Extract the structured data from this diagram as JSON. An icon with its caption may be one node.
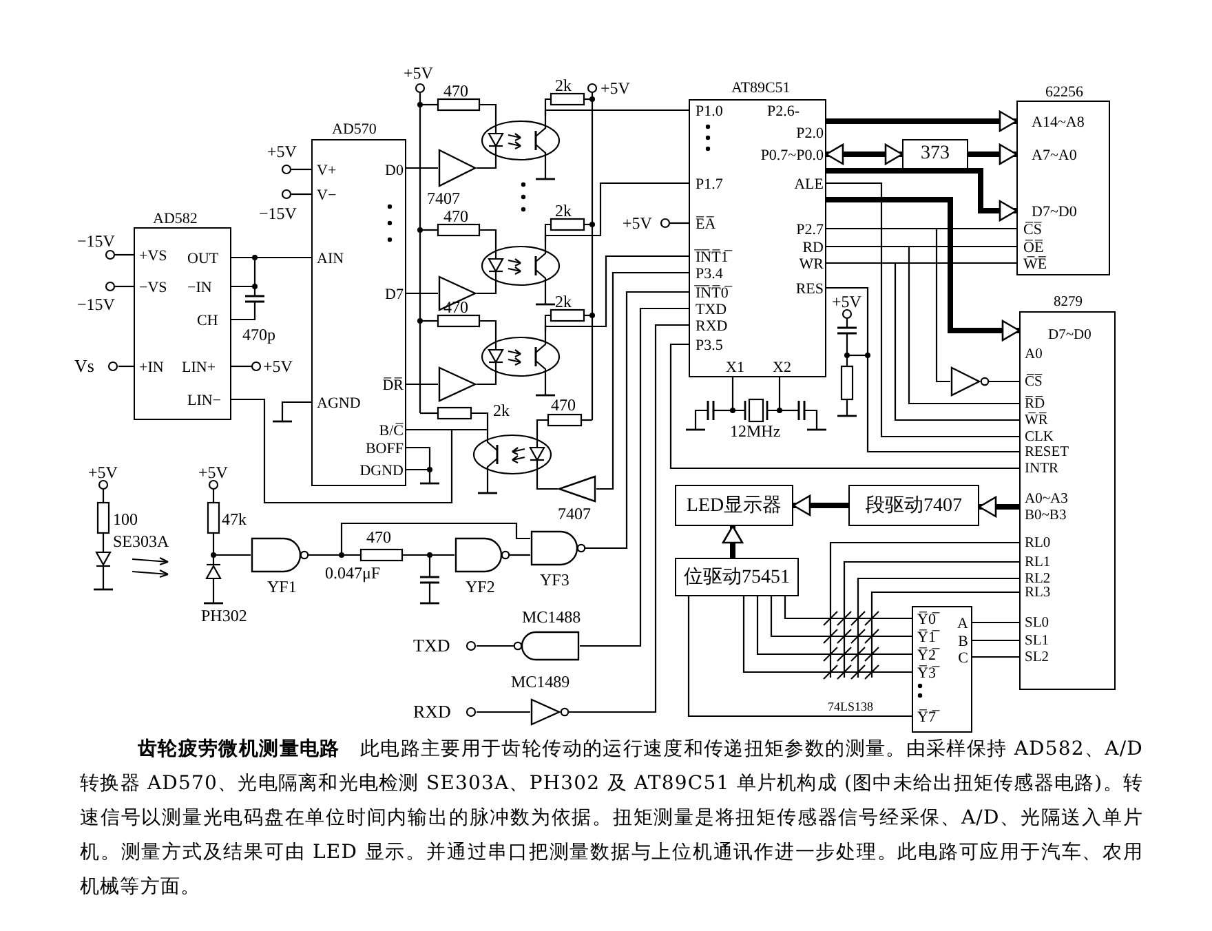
{
  "diagram": {
    "caption": "**齿轮疲劳微机测量电路**　此电路主要用于齿轮传动的运行速度和传递扭矩参数的测量。由采样保持 AD582、A/D 转换器 AD570、光电隔离和光电检测 SE303A、PH302 及 AT89C51 单片机构成 (图中未给出扭矩传感器电路)。转速信号以测量光电码盘在单位时间内输出的脉冲数为依据。扭矩测量是将扭矩传感器信号经采保、A/D、光隔送入单片机。测量方式及结果可由 LED 显示。并通过串口把测量数据与上位机通讯作进一步处理。此电路可应用于汽车、农用机械等方面。",
    "nodes": [
      {
        "text": [
          "AD582",
          "+VS",
          "−VS",
          "+IN",
          "OUT",
          "−IN",
          "CH",
          "LIN+",
          "LIN−"
        ]
      },
      {
        "text": [
          "AD570",
          "V+",
          "V−",
          "AIN",
          "AGND",
          "D0",
          "D7",
          "D̅R̅",
          "B/C̅",
          "BOFF",
          "DGND"
        ]
      },
      {
        "text": [
          "AT89C51",
          "P1.0",
          "P1.7",
          "E̅A̅",
          "I̅N̅T̅1̅",
          "P3.4",
          "I̅N̅T̅0̅",
          "TXD",
          "RXD",
          "P3.5",
          "P2.6-",
          "P2.0",
          "P0.7~P0.0",
          "ALE",
          "P2.7",
          "RD",
          "WR",
          "RES",
          "X1",
          "X2"
        ]
      },
      {
        "text": [
          "62256",
          "A14~A8",
          "A7~A0",
          "D7~D0",
          "C̅S̅",
          "O̅E̅",
          "W̅E̅"
        ]
      },
      {
        "text": [
          "373"
        ]
      },
      {
        "text": [
          "8279",
          "D7~D0",
          "A0",
          "C̅S̅",
          "R̅D̅",
          "W̅R̅",
          "CLK",
          "RESET",
          "INTR",
          "A0~A3",
          "B0~B3",
          "RL0",
          "RL1",
          "RL2",
          "RL3",
          "SL0",
          "SL1",
          "SL2"
        ]
      },
      {
        "text": [
          "LED显示器"
        ]
      },
      {
        "text": [
          "段驱动7407"
        ]
      },
      {
        "text": [
          "位驱动75451"
        ]
      },
      {
        "text": [
          "74LS138",
          "Y̅0̅",
          "Y̅1̅",
          "Y̅2̅",
          "Y̅3̅",
          "Y̅7̅",
          "A",
          "B",
          "C"
        ]
      },
      {
        "text": [
          "7407"
        ]
      },
      {
        "text": [],
        "shape": "triangle"
      },
      {
        "text": [],
        "shape": "triangle"
      },
      {
        "text": [
          "7407"
        ]
      },
      {
        "text": [
          "YF1"
        ]
      },
      {
        "text": [
          "YF2"
        ]
      },
      {
        "text": [
          "YF3"
        ]
      },
      {
        "text": [
          "MC1488"
        ]
      },
      {
        "text": [
          "MC1489"
        ]
      },
      {
        "text": [],
        "shape": "triangle"
      },
      {
        "text": [
          "TXD"
        ]
      },
      {
        "text": [
          "RXD"
        ]
      },
      {
        "text": [
          "Vs"
        ]
      },
      {
        "text": [],
        "shape": "optocoupler"
      },
      {
        "text": [],
        "shape": "optocoupler"
      },
      {
        "text": [],
        "shape": "optocoupler"
      },
      {
        "text": [],
        "shape": "optocoupler"
      }
    ],
    "edges": [
      {
        "from": 0,
        "to": 1,
        "arrow": "none"
      },
      {
        "from": 0,
        "to": 1,
        "arrow": "none"
      },
      {
        "from": 1,
        "to": 10,
        "arrow": "none"
      },
      {
        "from": 1,
        "to": 11,
        "arrow": "none"
      },
      {
        "from": 1,
        "to": 12,
        "arrow": "none"
      },
      {
        "from": 2,
        "to": 3,
        "arrow": "to",
        "style": "thick"
      },
      {
        "from": 2,
        "to": 4,
        "arrow": "both",
        "style": "thick"
      },
      {
        "from": 4,
        "to": 3,
        "arrow": "to",
        "style": "thick"
      },
      {
        "from": 2,
        "to": 3,
        "arrow": "to",
        "style": "thick"
      },
      {
        "from": 2,
        "to": 5,
        "arrow": "to",
        "style": "thick"
      },
      {
        "from": 2,
        "to": 3,
        "arrow": "none"
      },
      {
        "from": 2,
        "to": 3,
        "arrow": "none"
      },
      {
        "from": 2,
        "to": 3,
        "arrow": "none"
      },
      {
        "from": 2,
        "to": 19,
        "arrow": "none"
      },
      {
        "from": 19,
        "to": 5,
        "arrow": "none"
      },
      {
        "from": 2,
        "to": 5,
        "arrow": "none"
      },
      {
        "from": 2,
        "to": 5,
        "arrow": "none"
      },
      {
        "from": 2,
        "to": 5,
        "arrow": "none"
      },
      {
        "from": 2,
        "to": 5,
        "arrow": "none"
      },
      {
        "from": 2,
        "to": 5,
        "arrow": "none"
      },
      {
        "from": 5,
        "to": 7,
        "arrow": "to",
        "style": "thick"
      },
      {
        "from": 7,
        "to": 6,
        "arrow": "to",
        "style": "thick"
      },
      {
        "from": 8,
        "to": 6,
        "arrow": "to",
        "style": "thick"
      },
      {
        "from": 5,
        "to": 9,
        "arrow": "none"
      },
      {
        "from": 5,
        "to": 9,
        "arrow": "none"
      },
      {
        "from": 5,
        "to": 9,
        "arrow": "none"
      },
      {
        "from": 9,
        "to": 8,
        "arrow": "none"
      },
      {
        "from": 9,
        "to": 8,
        "arrow": "none"
      },
      {
        "from": 9,
        "to": 8,
        "arrow": "none"
      },
      {
        "from": 9,
        "to": 8,
        "arrow": "none"
      },
      {
        "from": 9,
        "to": 8,
        "arrow": "none"
      },
      {
        "from": 2,
        "to": 13,
        "arrow": "none"
      },
      {
        "from": 14,
        "to": 16,
        "arrow": "none"
      },
      {
        "from": 15,
        "to": 16,
        "arrow": "none"
      },
      {
        "from": 16,
        "to": 2,
        "arrow": "none"
      },
      {
        "from": 20,
        "to": 17,
        "arrow": "none"
      },
      {
        "from": 17,
        "to": 2,
        "arrow": "none"
      },
      {
        "from": 21,
        "to": 18,
        "arrow": "none"
      },
      {
        "from": 18,
        "to": 2,
        "arrow": "none"
      },
      {
        "from": 22,
        "to": 0,
        "arrow": "none"
      },
      {
        "from": 10,
        "to": 23,
        "arrow": "none"
      },
      {
        "from": 23,
        "to": 2,
        "arrow": "none"
      },
      {
        "from": 11,
        "to": 24,
        "arrow": "none"
      },
      {
        "from": 24,
        "to": 2,
        "arrow": "none"
      },
      {
        "from": 12,
        "to": 25,
        "arrow": "none"
      },
      {
        "from": 25,
        "to": 2,
        "arrow": "none"
      },
      {
        "from": 13,
        "to": 26,
        "arrow": "none"
      },
      {
        "from": 26,
        "to": 1,
        "arrow": "none"
      }
    ],
    "labels": [
      "−15V",
      "−15V",
      "470p",
      "+5V",
      "+5V",
      "−15V",
      "+5V",
      "470",
      "2k",
      "+5V",
      "470",
      "2k",
      "470",
      "2k",
      "2k",
      "470",
      "+5V",
      "12MHz",
      "+5V",
      "+5V",
      "100",
      "SE303A",
      "+5V",
      "47k",
      "PH302",
      "470",
      "0.047μF"
    ]
  }
}
